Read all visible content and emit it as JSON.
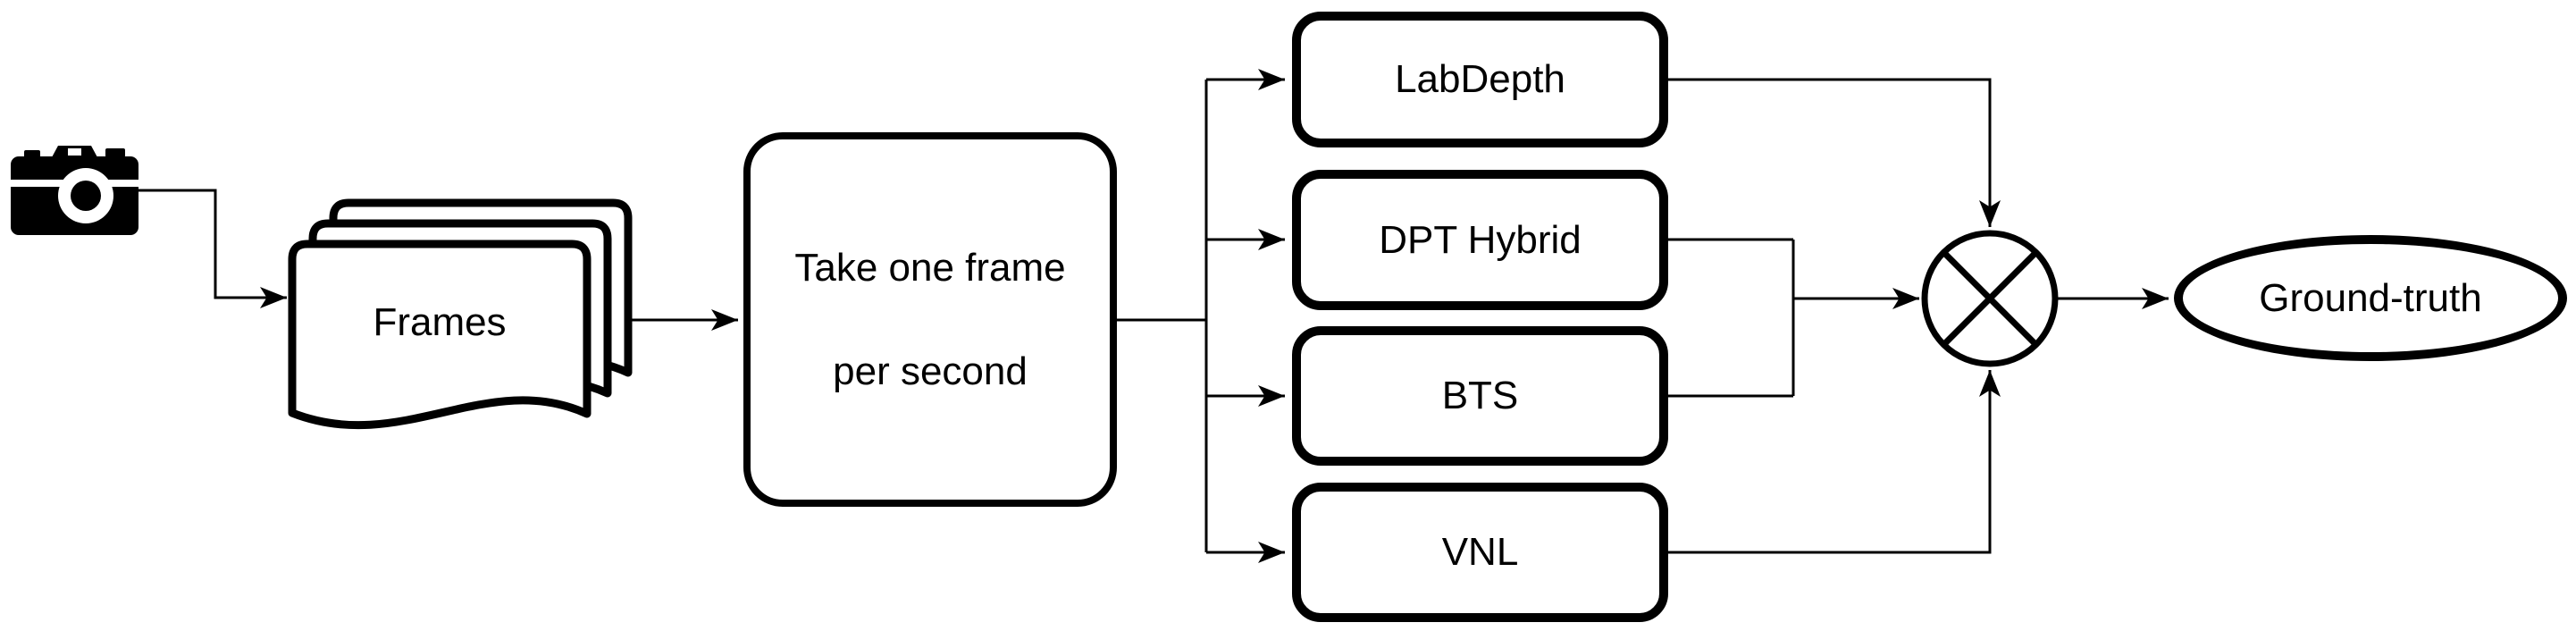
{
  "diagram": {
    "background_color": "#ffffff",
    "line_color": "#000000",
    "nodes": {
      "camera": {
        "icon": "camera-icon"
      },
      "frames": {
        "label": "Frames",
        "shape": "multi-document"
      },
      "sampler": {
        "label": "Take one frame per second",
        "label_lines": [
          "Take one frame",
          "per second"
        ],
        "shape": "rounded-rectangle"
      },
      "models": [
        {
          "label": "LabDepth"
        },
        {
          "label": "DPT Hybrid"
        },
        {
          "label": "BTS"
        },
        {
          "label": "VNL"
        }
      ],
      "merge": {
        "icon": "circle-multiply-icon",
        "symbol": "⊗"
      },
      "ground_truth": {
        "label": "Ground-truth",
        "shape": "terminator-ellipse"
      }
    }
  }
}
